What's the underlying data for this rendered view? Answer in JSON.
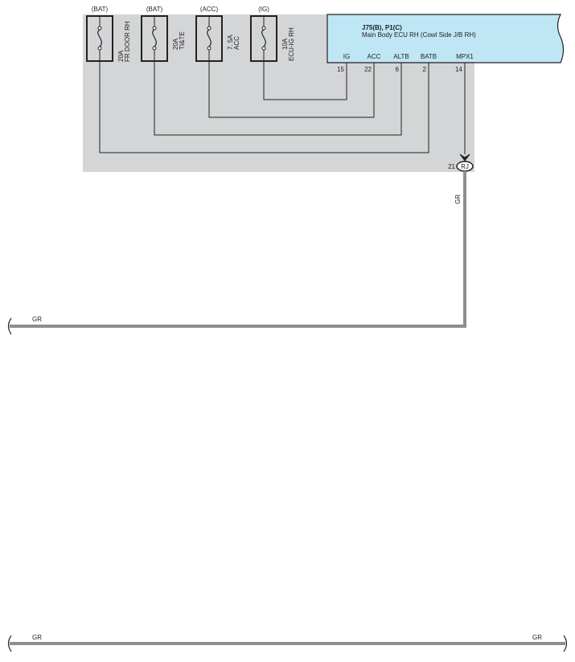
{
  "fuses": [
    {
      "source": "(BAT)",
      "rating": "20A",
      "name": "FR DOOR RH"
    },
    {
      "source": "(BAT)",
      "rating": "20A",
      "name": "TI&TE"
    },
    {
      "source": "(ACC)",
      "rating": "7. 5A",
      "name": "ACC"
    },
    {
      "source": "(IG)",
      "rating": "10A",
      "name": "ECU-IG RH"
    }
  ],
  "ecu": {
    "connector": "J75(B), P1(C)",
    "title": "Main Body ECU RH (Cowl Side J/B RH)",
    "pins": [
      {
        "name": "IG",
        "number": "15"
      },
      {
        "name": "ACC",
        "number": "22"
      },
      {
        "name": "ALTB",
        "number": "6"
      },
      {
        "name": "BATB",
        "number": "2"
      },
      {
        "name": "MPX1",
        "number": "14"
      }
    ]
  },
  "junction": {
    "label": "RJ",
    "pin": "21"
  },
  "wire_labels": {
    "vertical": "GR",
    "middle": "GR",
    "bottom_left": "GR",
    "bottom_right": "GR"
  },
  "colors": {
    "panel": "#d4d5d7",
    "ecu_fill": "#bfe6f5",
    "wire_gr": "#8e8e8e"
  }
}
